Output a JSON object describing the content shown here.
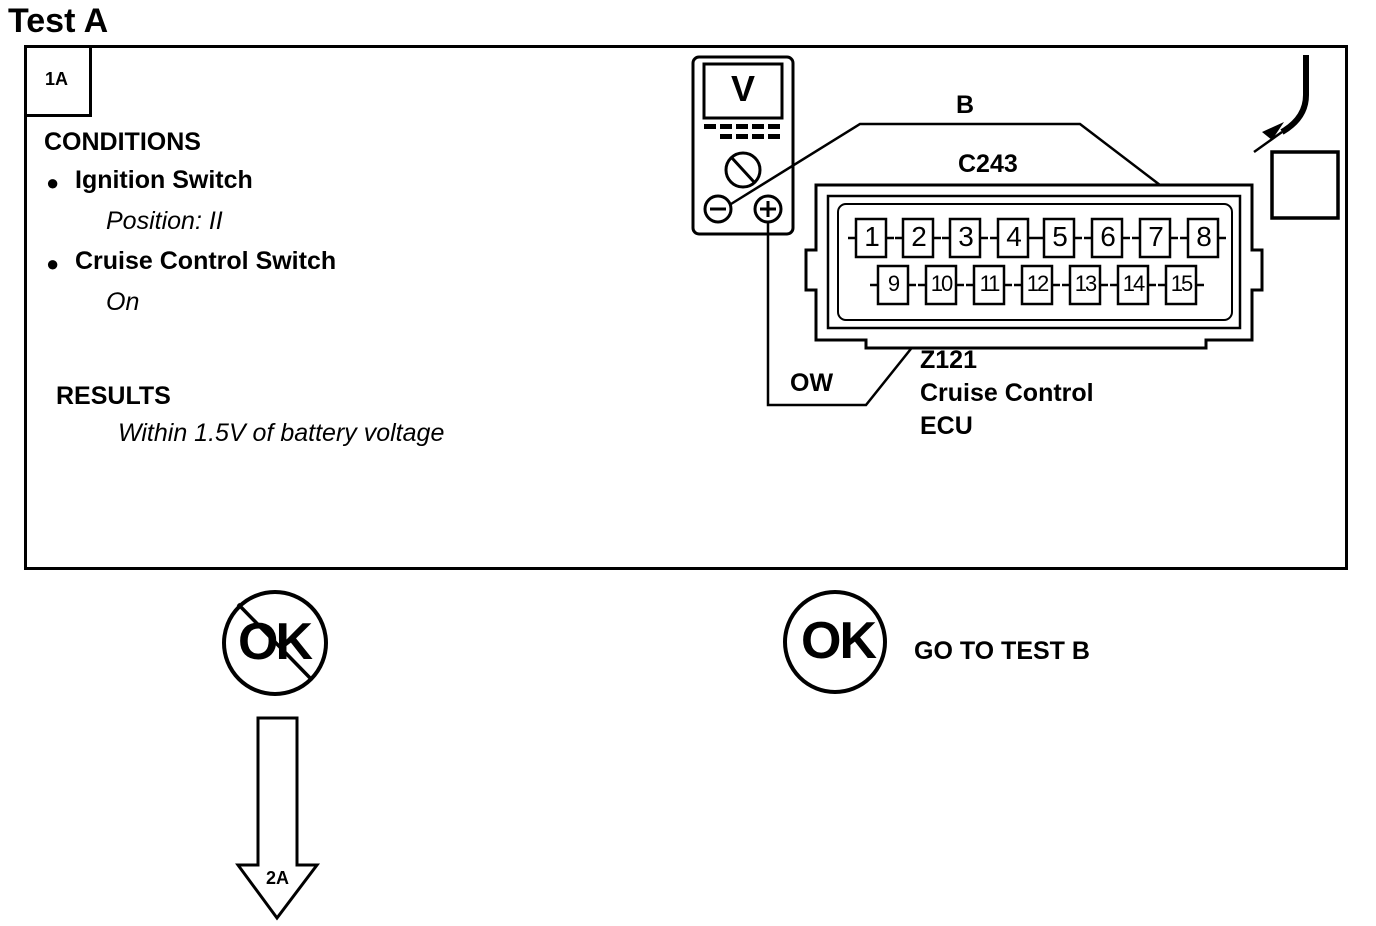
{
  "title": "Test A",
  "step": "1A",
  "conditions": {
    "heading": "CONDITIONS",
    "items": [
      {
        "label": "Ignition Switch",
        "value": "Position: II"
      },
      {
        "label": "Cruise Control Switch",
        "value": "On"
      }
    ]
  },
  "results": {
    "heading": "RESULTS",
    "text": "Within 1.5V of battery voltage"
  },
  "meter": {
    "label": "V"
  },
  "wires": {
    "top": "B",
    "bottom": "OW"
  },
  "connector": {
    "id": "C243",
    "pins_top": [
      "1",
      "2",
      "3",
      "4",
      "5",
      "6",
      "7",
      "8"
    ],
    "pins_bottom": [
      "9",
      "10",
      "11",
      "12",
      "13",
      "14",
      "15"
    ]
  },
  "component": {
    "line1": "Z121",
    "line2": "Cruise Control",
    "line3": "ECU"
  },
  "outcomes": {
    "not_ok": {
      "symbol": "OK",
      "target": "2A"
    },
    "ok": {
      "symbol": "OK",
      "action": "GO TO TEST B"
    }
  }
}
